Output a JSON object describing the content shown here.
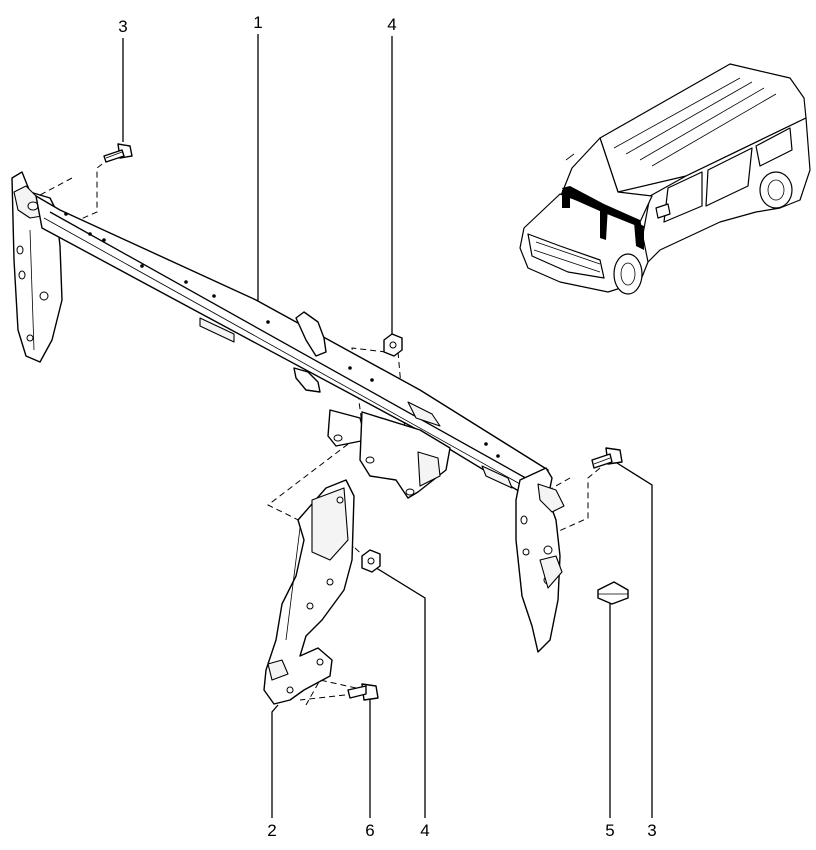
{
  "callouts": {
    "c1": "1",
    "c2": "2",
    "c3_top": "3",
    "c3_right": "3",
    "c4_top": "4",
    "c4_bottom": "4",
    "c5": "5",
    "c6": "6"
  }
}
